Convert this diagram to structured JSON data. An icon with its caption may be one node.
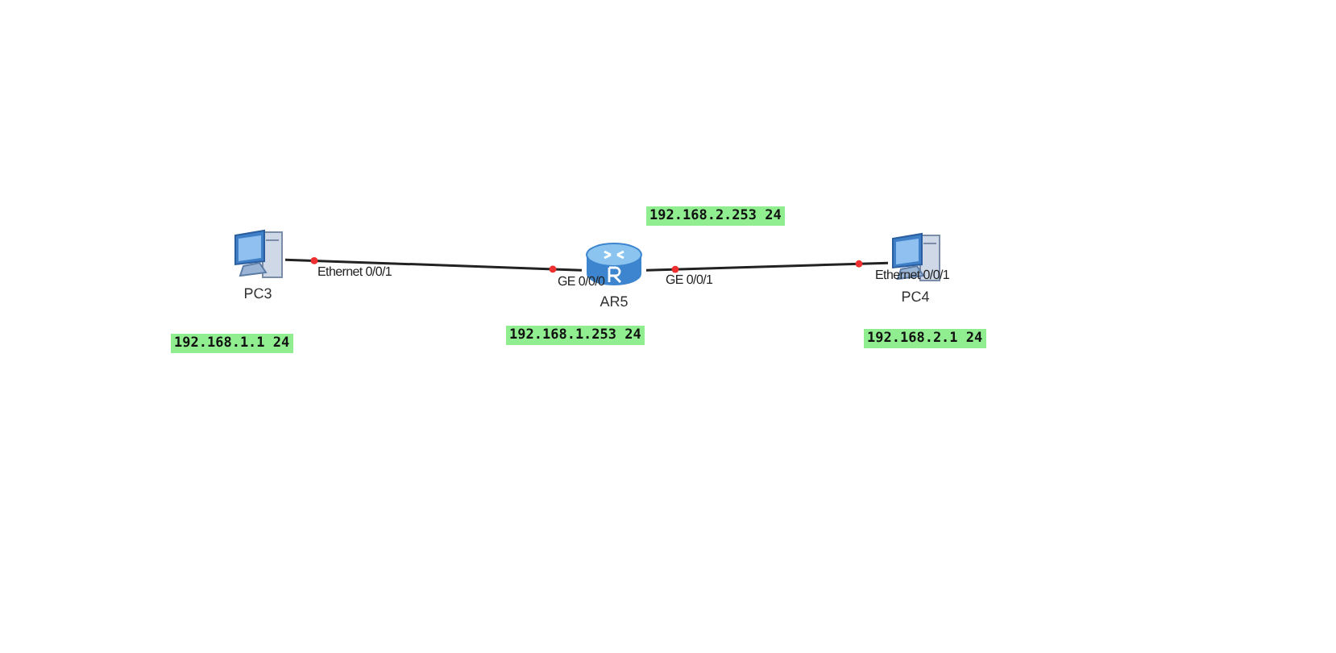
{
  "diagram": {
    "nodes": [
      {
        "text": [
          "PC3"
        ]
      },
      {
        "text": [
          "AR5"
        ]
      },
      {
        "text": [
          "PC4"
        ]
      }
    ],
    "edges": [
      {
        "from": 0,
        "to": 1,
        "arrow": "none"
      },
      {
        "from": 1,
        "to": 2,
        "arrow": "none"
      }
    ],
    "labels": [
      "192.168.2.253 24",
      "Ethernet 0/0/1",
      "GE 0/0/0",
      "GE 0/0/1",
      "Ethernet 0/0/1",
      "192.168.1.1 24",
      "192.168.1.253 24",
      "192.168.2.1 24"
    ]
  }
}
